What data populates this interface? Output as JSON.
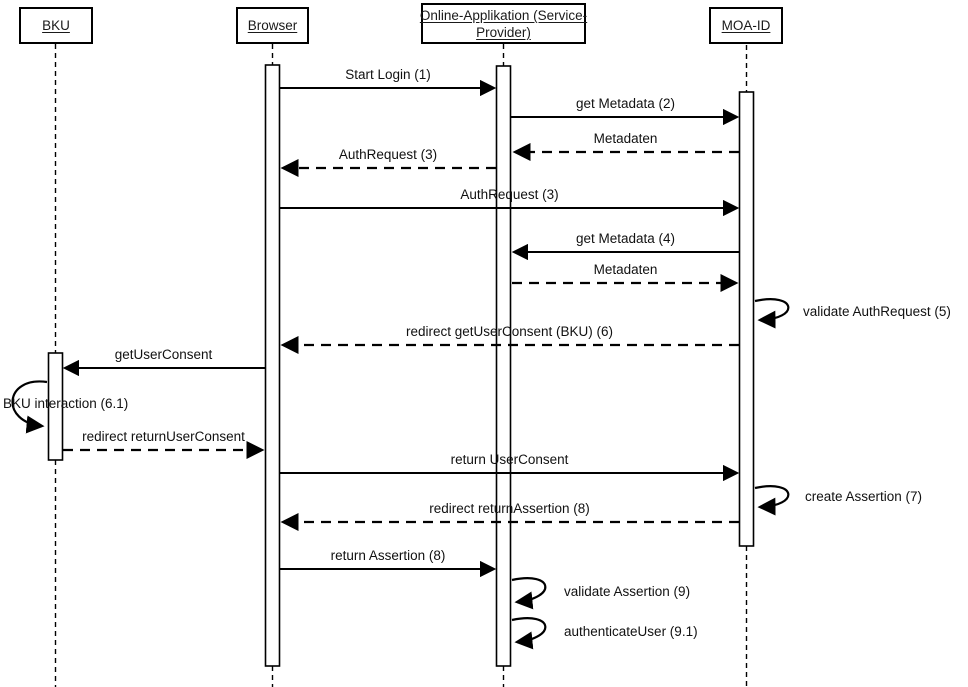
{
  "diagram_type": "uml-sequence-diagram",
  "colors": {
    "background": "#ffffff",
    "line": "#000000",
    "text": "#1a1a1a"
  },
  "actors": [
    {
      "id": "bku",
      "line1": "BKU"
    },
    {
      "id": "browser",
      "line1": "Browser"
    },
    {
      "id": "online-applikation",
      "line1": "Online-Applikation (Service-",
      "line2": "Provider)"
    },
    {
      "id": "moa-id",
      "line1": "MOA-ID"
    }
  ],
  "messages": [
    {
      "label": "Start Login (1)",
      "from": "Browser",
      "to": "Online-Applikation",
      "line": "solid",
      "kind": "call"
    },
    {
      "label": "get Metadata (2)",
      "from": "Online-Applikation",
      "to": "MOA-ID",
      "line": "solid",
      "kind": "call"
    },
    {
      "label": "Metadaten",
      "from": "MOA-ID",
      "to": "Online-Applikation",
      "line": "dashed",
      "kind": "return"
    },
    {
      "label": "AuthRequest (3)",
      "from": "Online-Applikation",
      "to": "Browser",
      "line": "dashed",
      "kind": "return"
    },
    {
      "label": "AuthRequest (3)",
      "from": "Browser",
      "to": "MOA-ID",
      "line": "solid",
      "kind": "call"
    },
    {
      "label": "get Metadata (4)",
      "from": "MOA-ID",
      "to": "Online-Applikation",
      "line": "solid",
      "kind": "call"
    },
    {
      "label": "Metadaten",
      "from": "Online-Applikation",
      "to": "MOA-ID",
      "line": "dashed",
      "kind": "return"
    },
    {
      "label": "validate AuthRequest (5)",
      "from": "MOA-ID",
      "to": "MOA-ID",
      "line": "solid",
      "kind": "self"
    },
    {
      "label": "redirect getUserConsent (BKU) (6)",
      "from": "MOA-ID",
      "to": "Browser",
      "line": "dashed",
      "kind": "return"
    },
    {
      "label": "getUserConsent",
      "from": "Browser",
      "to": "BKU",
      "line": "solid",
      "kind": "call"
    },
    {
      "label": "BKU interaction (6.1)",
      "from": "BKU",
      "to": "BKU",
      "line": "solid",
      "kind": "self"
    },
    {
      "label": "redirect returnUserConsent",
      "from": "BKU",
      "to": "Browser",
      "line": "dashed",
      "kind": "return"
    },
    {
      "label": "return UserConsent",
      "from": "Browser",
      "to": "MOA-ID",
      "line": "solid",
      "kind": "call"
    },
    {
      "label": "create Assertion (7)",
      "from": "MOA-ID",
      "to": "MOA-ID",
      "line": "solid",
      "kind": "self"
    },
    {
      "label": "redirect returnAssertion (8)",
      "from": "MOA-ID",
      "to": "Browser",
      "line": "dashed",
      "kind": "return"
    },
    {
      "label": "return Assertion (8)",
      "from": "Browser",
      "to": "Online-Applikation",
      "line": "solid",
      "kind": "call"
    },
    {
      "label": "validate Assertion (9)",
      "from": "Online-Applikation",
      "to": "Online-Applikation",
      "line": "solid",
      "kind": "self"
    },
    {
      "label": "authenticateUser (9.1)",
      "from": "Online-Applikation",
      "to": "Online-Applikation",
      "line": "solid",
      "kind": "self"
    }
  ]
}
